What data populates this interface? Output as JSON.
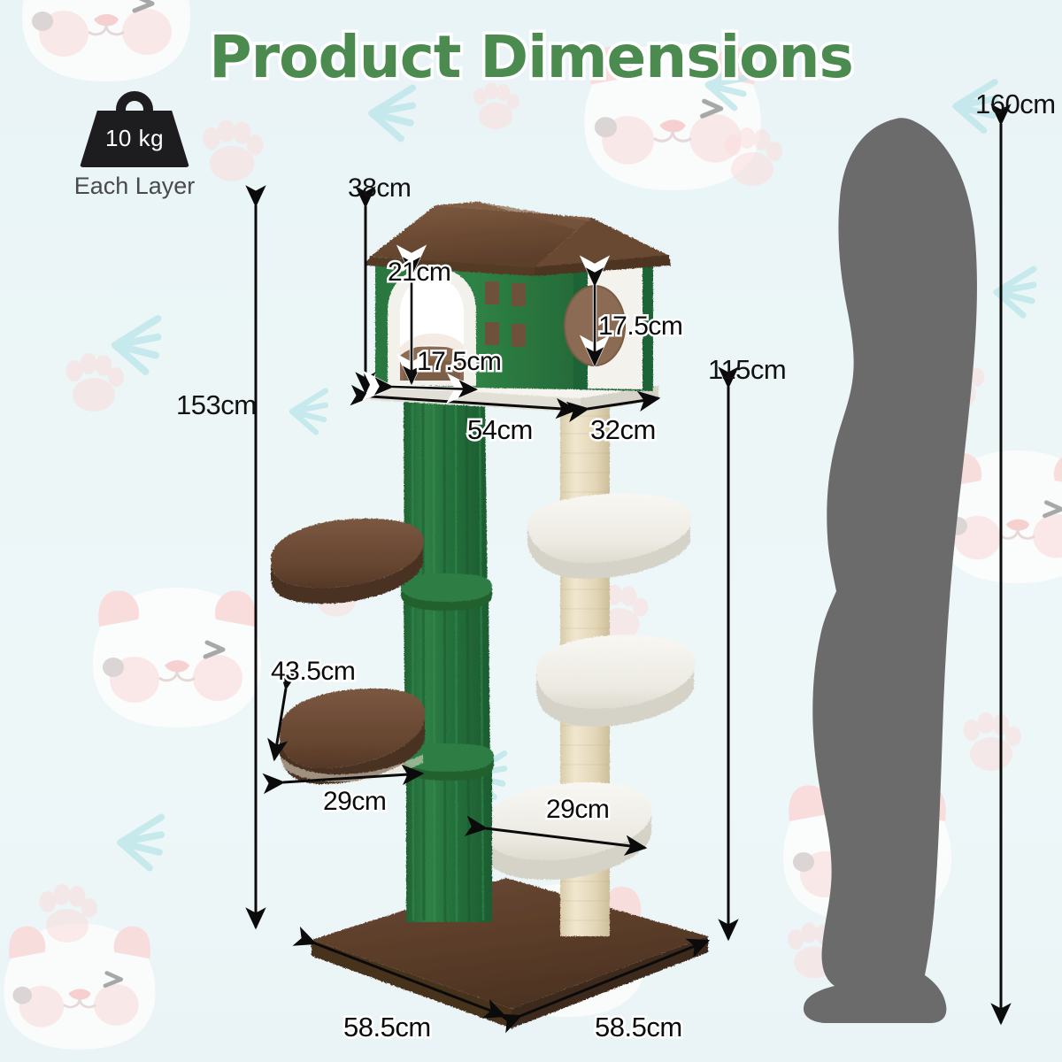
{
  "page": {
    "title": "Product Dimensions",
    "background_color": "#eaf5f7",
    "title_color": "#4b8b4f"
  },
  "weight_badge": {
    "icon": "weight-icon",
    "value": "10 kg",
    "caption": "Each Layer"
  },
  "dimensions": {
    "overall_height": "153cm",
    "house_height": "38cm",
    "house_arch_height": "21cm",
    "house_arch_width": "17.5cm",
    "house_hole_height": "17.5cm",
    "house_base_front": "54cm",
    "house_base_side": "32cm",
    "platform_depth": "43.5cm",
    "platform_width_brown": "29cm",
    "platform_width_white": "29cm",
    "base_front": "58.5cm",
    "base_side": "58.5cm",
    "house_platform_height": "115cm",
    "person_height": "160cm"
  },
  "person": {
    "label": "person-silhouette",
    "color": "#6b6b6b"
  },
  "colors": {
    "green_fur": "#2e7d43",
    "green_fur_dark": "#246537",
    "brown_fur": "#6b4a35",
    "brown_roof": "#6d4b34",
    "brown_base": "#5b3c2a",
    "white_fur": "#f2f2ee",
    "sisal": "#e6dcc0",
    "hole_brown": "#8a6a52",
    "paw_pink": "#fbe0e0",
    "fish_cyan": "#bfe7ea"
  },
  "product": {
    "name": "cat-tree-with-house",
    "parts": [
      "roof",
      "house-green-walls",
      "house-white-front",
      "arch-opening",
      "oval-hole",
      "window-squares",
      "house-base-platform",
      "cactus-post",
      "brown-platform-upper",
      "brown-platform-lower",
      "sisal-post",
      "white-platform-upper",
      "white-platform-middle",
      "white-platform-lower",
      "base-board"
    ]
  }
}
